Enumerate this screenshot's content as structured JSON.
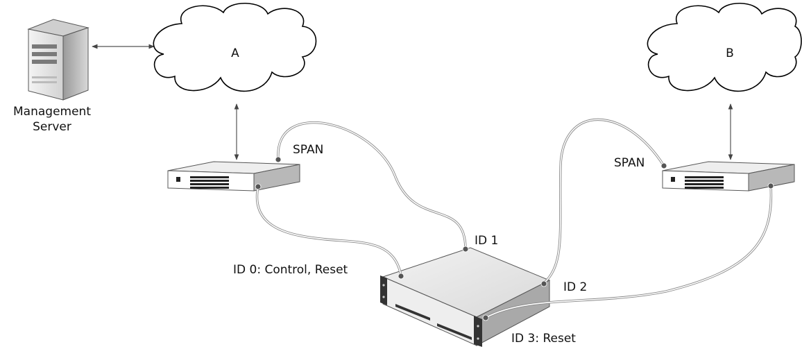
{
  "nodes": {
    "management_server": {
      "label_line1": "Management",
      "label_line2": "Server"
    },
    "cloud_a": {
      "label": "A"
    },
    "cloud_b": {
      "label": "B"
    },
    "switch_left": {
      "port_label": "SPAN"
    },
    "switch_right": {
      "port_label": "SPAN"
    },
    "appliance": {
      "port0_label": "ID 0: Control, Reset",
      "port1_label": "ID 1",
      "port2_label": "ID 2",
      "port3_label": "ID 3: Reset"
    }
  },
  "colors": {
    "cable": "#8a8a8a",
    "device_face": "#ffffff",
    "device_side": "#b8b8b8",
    "line": "#000000"
  },
  "icons": [
    "server-tower-icon",
    "cloud-icon",
    "network-switch-icon",
    "rack-appliance-icon"
  ]
}
